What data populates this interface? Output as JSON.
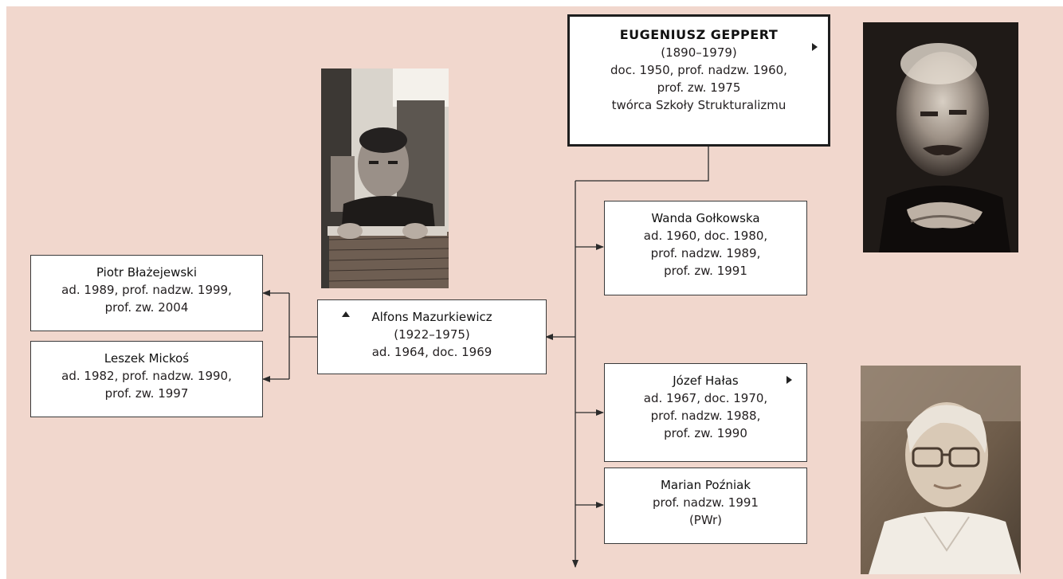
{
  "colors": {
    "background": "#f1d7cd",
    "box_fill": "#ffffff",
    "box_border": "#3a3a3a",
    "connector": "#2b2b2b"
  },
  "nodes": {
    "geppert": {
      "name": "EUGENIUSZ GEPPERT",
      "lines": [
        "(1890–1979)",
        "doc. 1950, prof. nadzw. 1960,",
        "prof. zw. 1975",
        "twórca Szkoły Strukturalizmu"
      ],
      "marker": "triangle-right-icon"
    },
    "golkowska": {
      "name": "Wanda Gołkowska",
      "lines": [
        "ad. 1960, doc. 1980,",
        "prof. nadzw. 1989,",
        "prof. zw. 1991"
      ]
    },
    "mazurkiewicz": {
      "name": "Alfons Mazurkiewicz",
      "lines": [
        "(1922–1975)",
        "ad. 1964, doc. 1969"
      ],
      "marker": "triangle-up-icon"
    },
    "halas": {
      "name": "Józef Hałas",
      "lines": [
        "ad. 1967, doc. 1970,",
        "prof. nadzw. 1988,",
        "prof. zw. 1990"
      ],
      "marker": "triangle-right-icon"
    },
    "pozniak": {
      "name": "Marian Poźniak",
      "lines": [
        "prof. nadzw. 1991",
        "(PWr)"
      ]
    },
    "blazejewski": {
      "name": "Piotr Błażejewski",
      "lines": [
        "ad. 1989, prof. nadzw. 1999,",
        "prof. zw. 2004"
      ]
    },
    "mickos": {
      "name": "Leszek Mickoś",
      "lines": [
        "ad. 1982, prof. nadzw. 1990,",
        "prof. zw. 1997"
      ]
    }
  },
  "photos": {
    "geppert": "portrait-photo",
    "mazurkiewicz": "portrait-photo",
    "halas": "portrait-photo"
  },
  "edges": [
    [
      "geppert",
      "golkowska"
    ],
    [
      "geppert",
      "mazurkiewicz"
    ],
    [
      "geppert",
      "halas"
    ],
    [
      "geppert",
      "pozniak"
    ],
    [
      "mazurkiewicz",
      "blazejewski"
    ],
    [
      "mazurkiewicz",
      "mickos"
    ]
  ]
}
